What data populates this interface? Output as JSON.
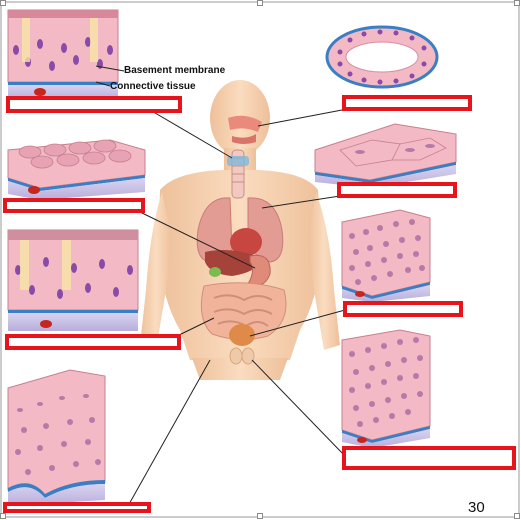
{
  "labels": {
    "basement_membrane": "Basement membrane",
    "connective_tissue": "Connective tissue"
  },
  "page_number": "30",
  "colors": {
    "label_box_border": "#e8141b",
    "epithelium": "#f3b9c4",
    "basement_membrane": "#3a7fc4",
    "connective_tissue": "#c9c3e6",
    "skin": "#f6d2b0"
  }
}
